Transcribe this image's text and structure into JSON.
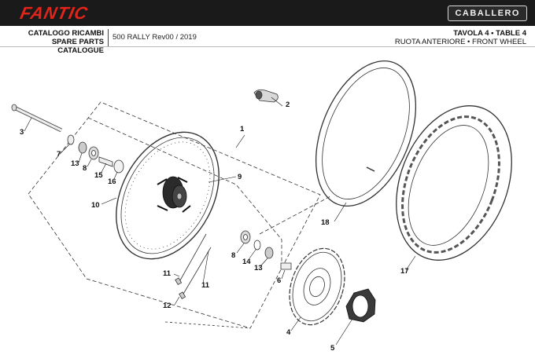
{
  "header": {
    "brand": "FANTIC",
    "model_badge": "CABALLERO",
    "catalog_it": "CATALOGO RICAMBI",
    "catalog_en": "SPARE PARTS CATALOGUE",
    "version": "500 RALLY Rev00 / 2019",
    "table_label": "TAVOLA 4 • TABLE 4",
    "table_title": "RUOTA ANTERIORE • FRONT WHEEL"
  },
  "callouts": {
    "c1": "1",
    "c2": "2",
    "c3": "3",
    "c4": "4",
    "c5": "5",
    "c6": "6",
    "c7": "7",
    "c8a": "8",
    "c8b": "8",
    "c9": "9",
    "c10": "10",
    "c11a": "11",
    "c11b": "11",
    "c12": "12",
    "c13a": "13",
    "c13b": "13",
    "c14": "14",
    "c15": "15",
    "c16": "16",
    "c17": "17",
    "c18": "18"
  },
  "colors": {
    "brand_red": "#e1251b",
    "topbar": "#1a1a1a"
  }
}
